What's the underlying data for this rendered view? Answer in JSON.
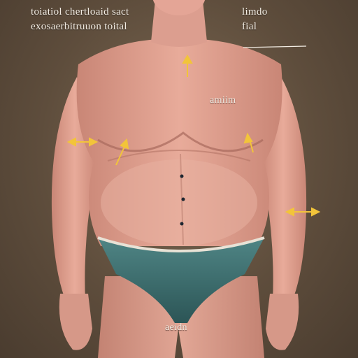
{
  "labels": {
    "top_left_line1": "toiatiol chertloaid sact",
    "top_left_line2": "exosaerbitruuon toital",
    "top_right_line1": "limdo",
    "top_right_line2": "fial",
    "chest": "amiim",
    "bottom": "aeidn"
  },
  "colors": {
    "background": "#5e4d3c",
    "skin": "#e4a596",
    "arrow": "#f2c43a",
    "briefs": "#3f6f70"
  },
  "icons": {
    "arrow": "double-headed-arrow"
  }
}
